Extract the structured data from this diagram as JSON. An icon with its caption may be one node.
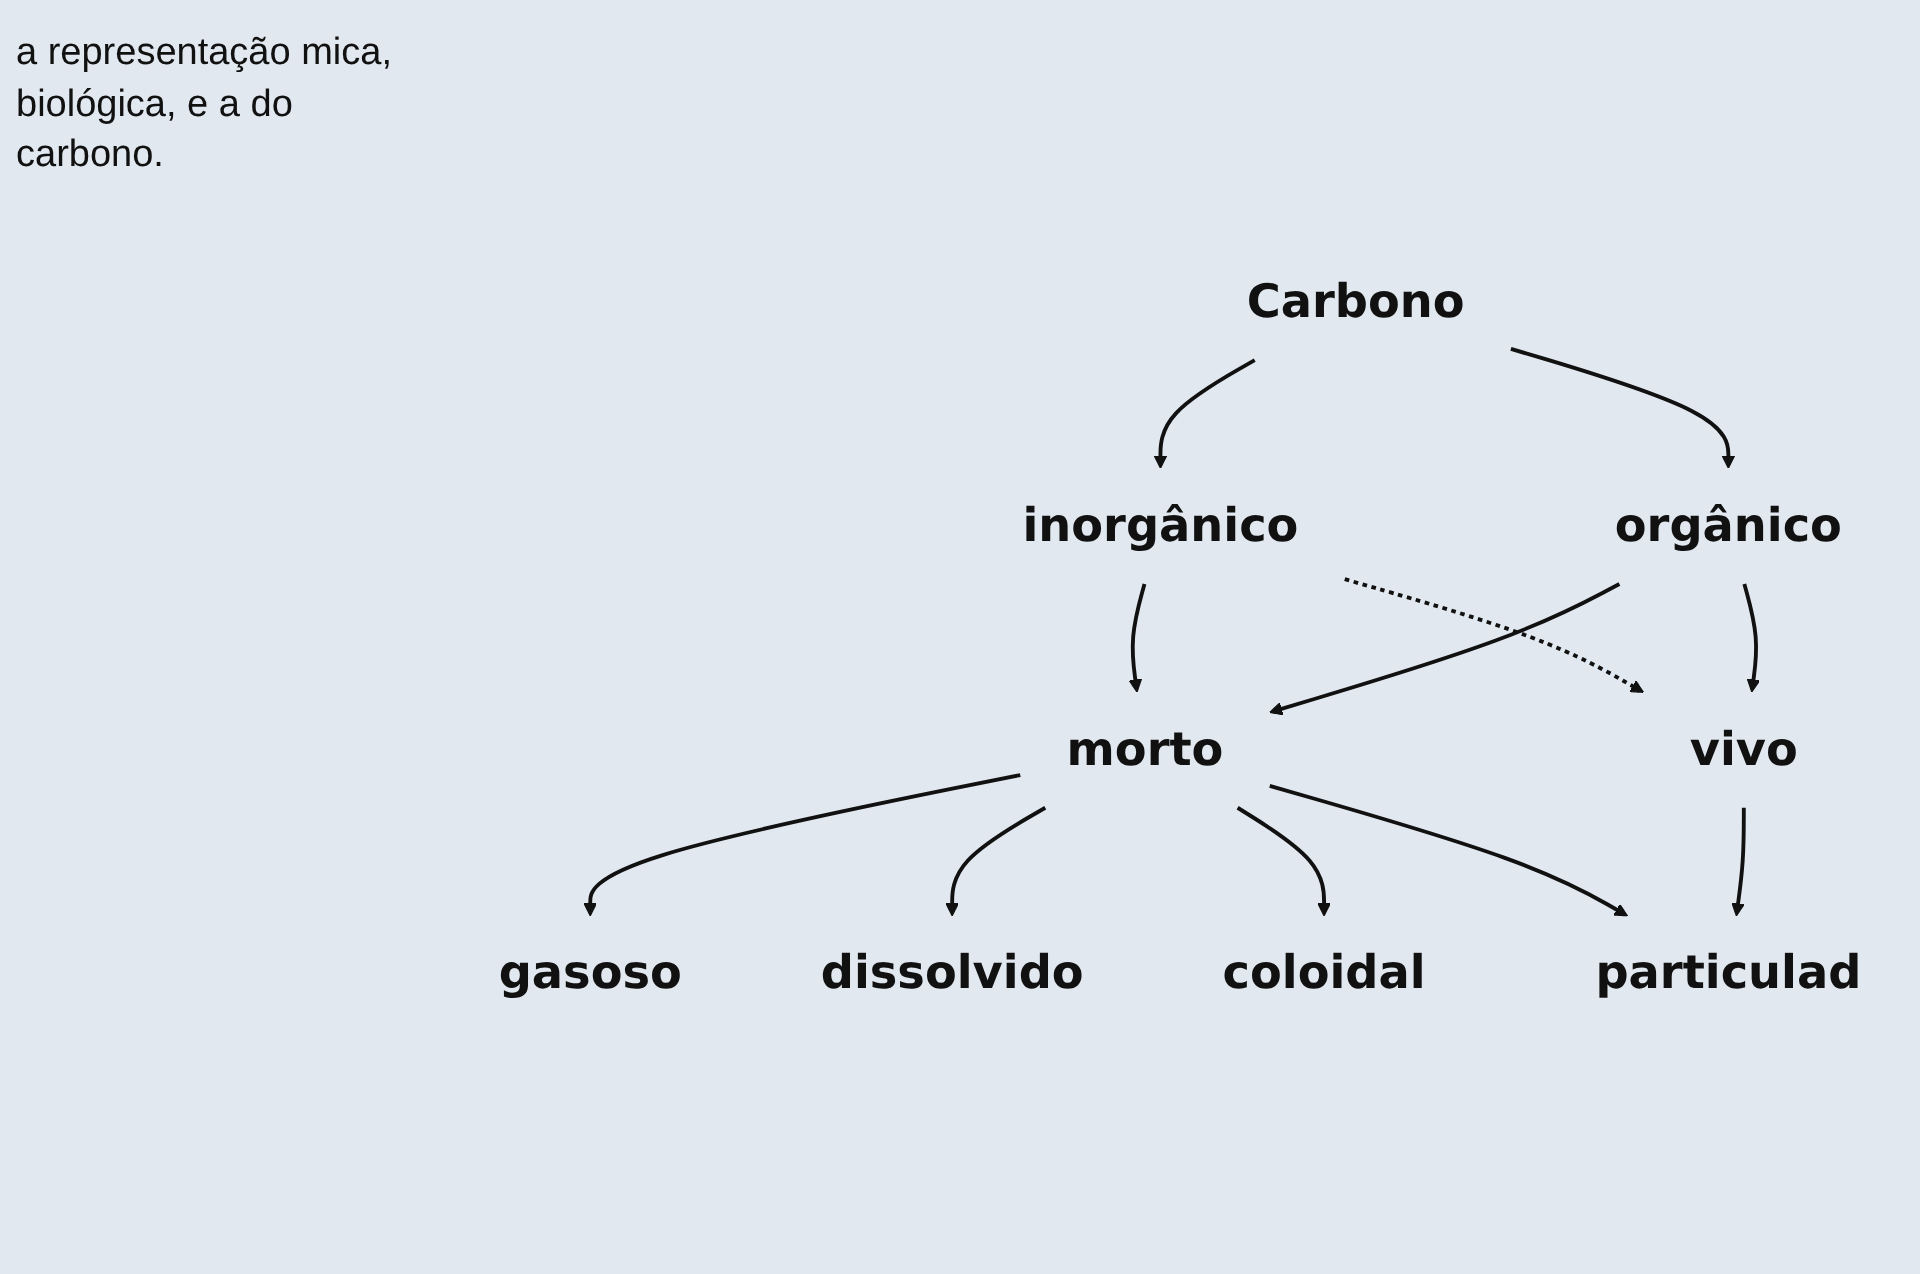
{
  "diagram": {
    "nodes": [
      {
        "text": [
          "Carbono"
        ]
      },
      {
        "text": [
          "inorgânico"
        ]
      },
      {
        "text": [
          "orgânico"
        ]
      },
      {
        "text": [
          "morto"
        ]
      },
      {
        "text": [
          "vivo"
        ]
      },
      {
        "text": [
          "gasoso"
        ]
      },
      {
        "text": [
          "dissolvido"
        ]
      },
      {
        "text": [
          "coloidal"
        ]
      },
      {
        "text": [
          "particulad"
        ]
      }
    ],
    "edges": [
      {
        "from": 0,
        "to": 1,
        "arrow": "to"
      },
      {
        "from": 0,
        "to": 2,
        "arrow": "to"
      },
      {
        "from": 1,
        "to": 3,
        "arrow": "to"
      },
      {
        "from": 1,
        "to": 4,
        "arrow": "to",
        "style": "dashed"
      },
      {
        "from": 2,
        "to": 3,
        "arrow": "to"
      },
      {
        "from": 2,
        "to": 4,
        "arrow": "to"
      },
      {
        "from": 3,
        "to": 5,
        "arrow": "to"
      },
      {
        "from": 3,
        "to": 6,
        "arrow": "to"
      },
      {
        "from": 3,
        "to": 7,
        "arrow": "to"
      },
      {
        "from": 3,
        "to": 8,
        "arrow": "to"
      },
      {
        "from": 4,
        "to": 8,
        "arrow": "to"
      }
    ],
    "labels": [
      "a representação mica, biológica, e a do carbono."
    ]
  }
}
